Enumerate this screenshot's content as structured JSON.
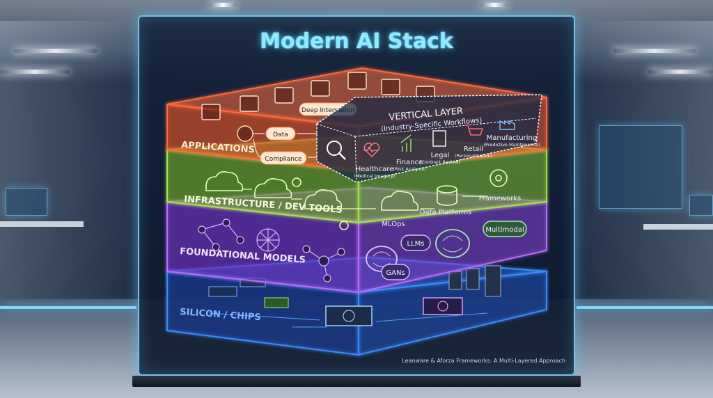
{
  "title": "Modern AI Stack",
  "caption": "Leanware & Aforza Frameworks: A Multi-Layered Approach",
  "colors": {
    "applications": "#ff6a3a",
    "infrastructure": "#a6e34a",
    "foundational": "#b66cff",
    "silicon": "#3a8cff",
    "title": "#8feaff"
  },
  "layers": {
    "applications": {
      "label": "APPLICATIONS",
      "tags": [
        "Data",
        "Compliance",
        "Deep Integration"
      ]
    },
    "vertical": {
      "title": "VERTICAL LAYER",
      "subtitle": "(Industry-Specific Workflows)",
      "items": [
        {
          "name": "Healthcare",
          "detail": "(Medical Imagery)",
          "icon": "heart-pulse-icon"
        },
        {
          "name": "Finance",
          "detail": "(Risk Analysis)",
          "icon": "bar-chart-icon"
        },
        {
          "name": "Legal",
          "detail": "(Contract Review)",
          "icon": "document-icon"
        },
        {
          "name": "Retail",
          "detail": "(Personalization)",
          "icon": "cart-icon"
        },
        {
          "name": "Manufacturing",
          "detail": "(Predictive Maintenance)",
          "icon": "factory-icon"
        }
      ]
    },
    "infrastructure": {
      "label": "INFRASTRUCTURE / DEV TOOLS",
      "items": [
        "MLOps",
        "Data Platforms",
        "Frameworks"
      ]
    },
    "foundational": {
      "label": "FOUNDATIONAL MODELS",
      "items": [
        "LLMs",
        "GANs",
        "Multimodal"
      ]
    },
    "silicon": {
      "label": "SILICON / CHIPS"
    }
  }
}
